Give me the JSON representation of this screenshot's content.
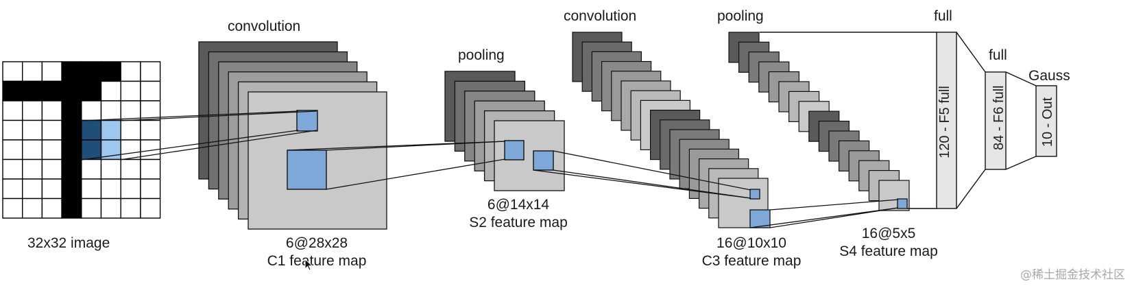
{
  "labels": {
    "input": "32x32 image",
    "conv1_title": "convolution",
    "c1_size": "6@28x28",
    "c1_name": "C1 feature map",
    "pool1_title": "pooling",
    "s2_size": "6@14x14",
    "s2_name": "S2 feature map",
    "conv2_title": "convolution",
    "c3_size": "16@10x10",
    "c3_name": "C3 feature map",
    "pool2_title": "pooling",
    "s4_size": "16@5x5",
    "s4_name": "S4 feature map",
    "full1_title": "full",
    "f5": "120 - F5 full",
    "full2_title": "full",
    "f6": "84 - F6 full",
    "gauss_title": "Gauss",
    "out": "10 - Out"
  },
  "watermark": "@稀土掘金技术社区",
  "colors": {
    "dark_fill": "#5a5a5a",
    "light_fill": "#c9c9c9",
    "highlight_blue": "#7ea8d8",
    "highlight_dark_blue": "#1f4e78",
    "highlight_light_blue": "#9ec7f0",
    "fc_fill": "#e6e6e6"
  },
  "input_grid": {
    "rows": 8,
    "cols": 8,
    "black_cells": [
      [
        0,
        3
      ],
      [
        0,
        4
      ],
      [
        0,
        5
      ],
      [
        1,
        0
      ],
      [
        1,
        1
      ],
      [
        1,
        2
      ],
      [
        1,
        3
      ],
      [
        1,
        4
      ],
      [
        2,
        3
      ],
      [
        3,
        3
      ],
      [
        4,
        3
      ],
      [
        5,
        3
      ],
      [
        6,
        3
      ],
      [
        7,
        3
      ]
    ],
    "dark_blue_cells": [
      [
        3,
        4
      ],
      [
        4,
        4
      ]
    ],
    "light_blue_cells": [
      [
        3,
        5
      ],
      [
        4,
        5
      ]
    ]
  },
  "stacks": {
    "c1_count": 6,
    "s2_count": 6,
    "c3_count": 16,
    "s4_count": 16
  }
}
